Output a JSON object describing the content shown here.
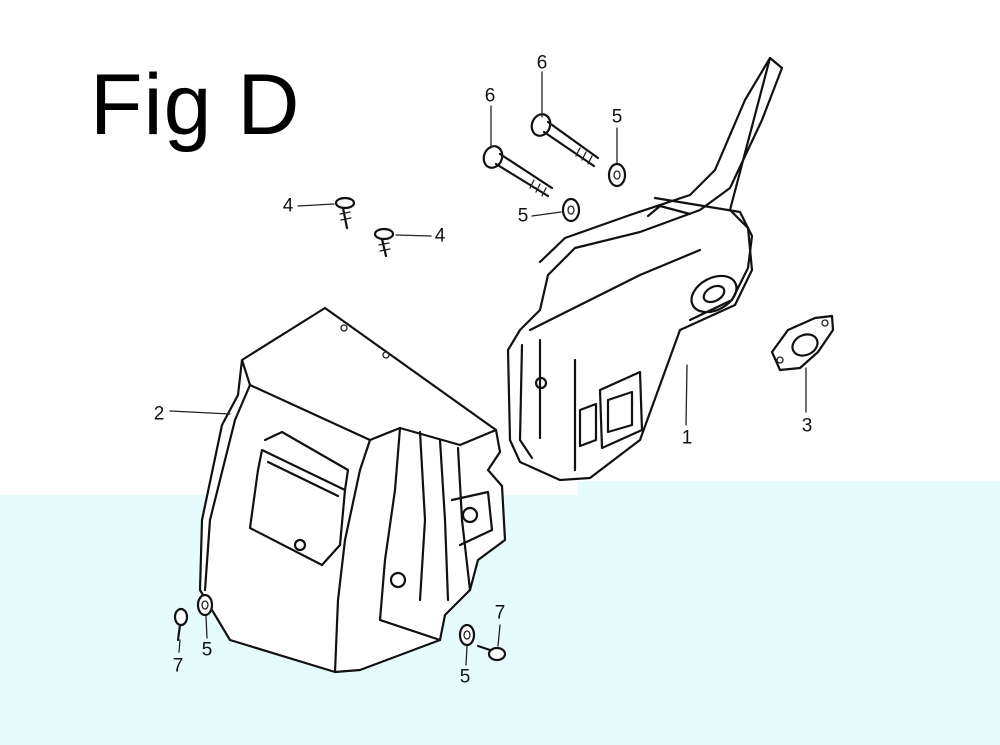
{
  "figure": {
    "title": "Fig D"
  },
  "colors": {
    "tint": "#e6fcfc",
    "line": "#111111"
  },
  "parts": [
    {
      "id": "muffler",
      "label": "1"
    },
    {
      "id": "muffler-protector",
      "label": "2"
    },
    {
      "id": "muffler-gasket",
      "label": "3"
    },
    {
      "id": "tapping-screw-left",
      "label": "4"
    },
    {
      "id": "tapping-screw-right",
      "label": "4"
    },
    {
      "id": "washer-upper-right",
      "label": "5"
    },
    {
      "id": "washer-upper-left",
      "label": "5"
    },
    {
      "id": "washer-lower-left",
      "label": "5"
    },
    {
      "id": "washer-lower-right",
      "label": "5"
    },
    {
      "id": "bolt-upper",
      "label": "6"
    },
    {
      "id": "bolt-lower",
      "label": "6"
    },
    {
      "id": "screw-lower-left",
      "label": "7"
    },
    {
      "id": "screw-lower-right",
      "label": "7"
    }
  ]
}
